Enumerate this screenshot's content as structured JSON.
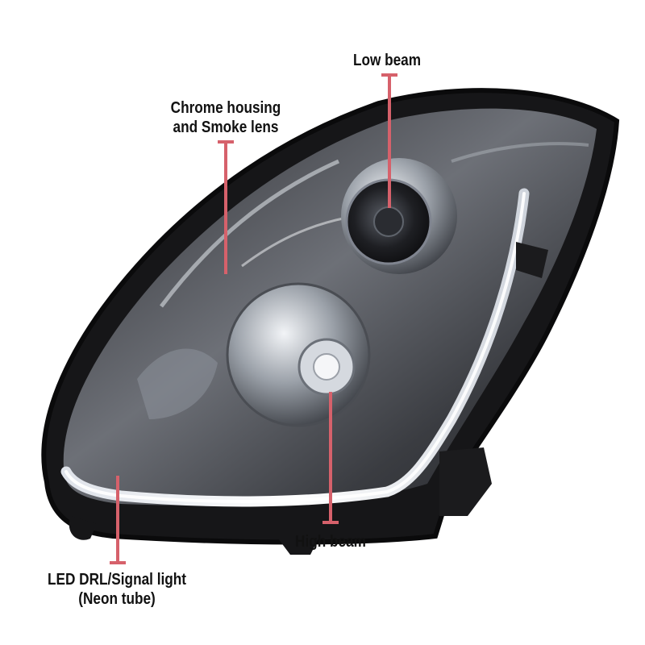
{
  "callouts": {
    "low_beam": {
      "lines": [
        "Low beam"
      ]
    },
    "chrome_housing": {
      "lines": [
        "Chrome housing",
        "and Smoke lens"
      ]
    },
    "high_beam": {
      "lines": [
        "High beam"
      ]
    },
    "led_drl": {
      "lines": [
        "LED DRL/Signal light",
        "(Neon tube)"
      ]
    }
  },
  "colors": {
    "callout_line": "#d6616b",
    "callout_text": "#111111",
    "housing_dark": "#1c1c1e",
    "chrome": "#c8ccd2",
    "drl_glow": "#f4f6fa",
    "background": "#ffffff"
  }
}
